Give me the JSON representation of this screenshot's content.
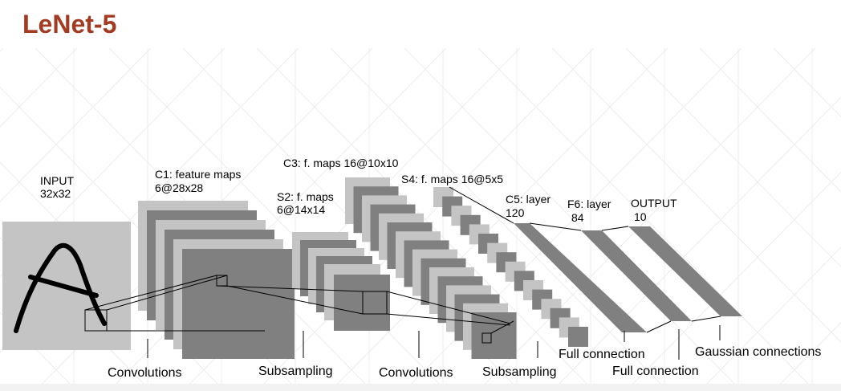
{
  "title": "LeNet-5",
  "layers": {
    "input": {
      "name": "INPUT",
      "size": "32x32"
    },
    "c1": {
      "name": "C1: feature maps",
      "size": "6@28x28"
    },
    "s2": {
      "name": "S2: f. maps",
      "size": "6@14x14"
    },
    "c3": {
      "name": "C3: f. maps 16@10x10"
    },
    "s4": {
      "name": "S4: f. maps 16@5x5"
    },
    "c5": {
      "name": "C5: layer",
      "size": "120"
    },
    "f6": {
      "name": "F6: layer",
      "size": "84"
    },
    "output": {
      "name": "OUTPUT",
      "size": "10"
    }
  },
  "operations": {
    "conv1": "Convolutions",
    "sub1": "Subsampling",
    "conv2": "Convolutions",
    "sub2": "Subsampling",
    "full1": "Full connection",
    "full2": "Full connection",
    "gauss": "Gaussian connections"
  },
  "colors": {
    "title": "#a33a22",
    "light": "#c4c4c4",
    "dark": "#808080"
  }
}
